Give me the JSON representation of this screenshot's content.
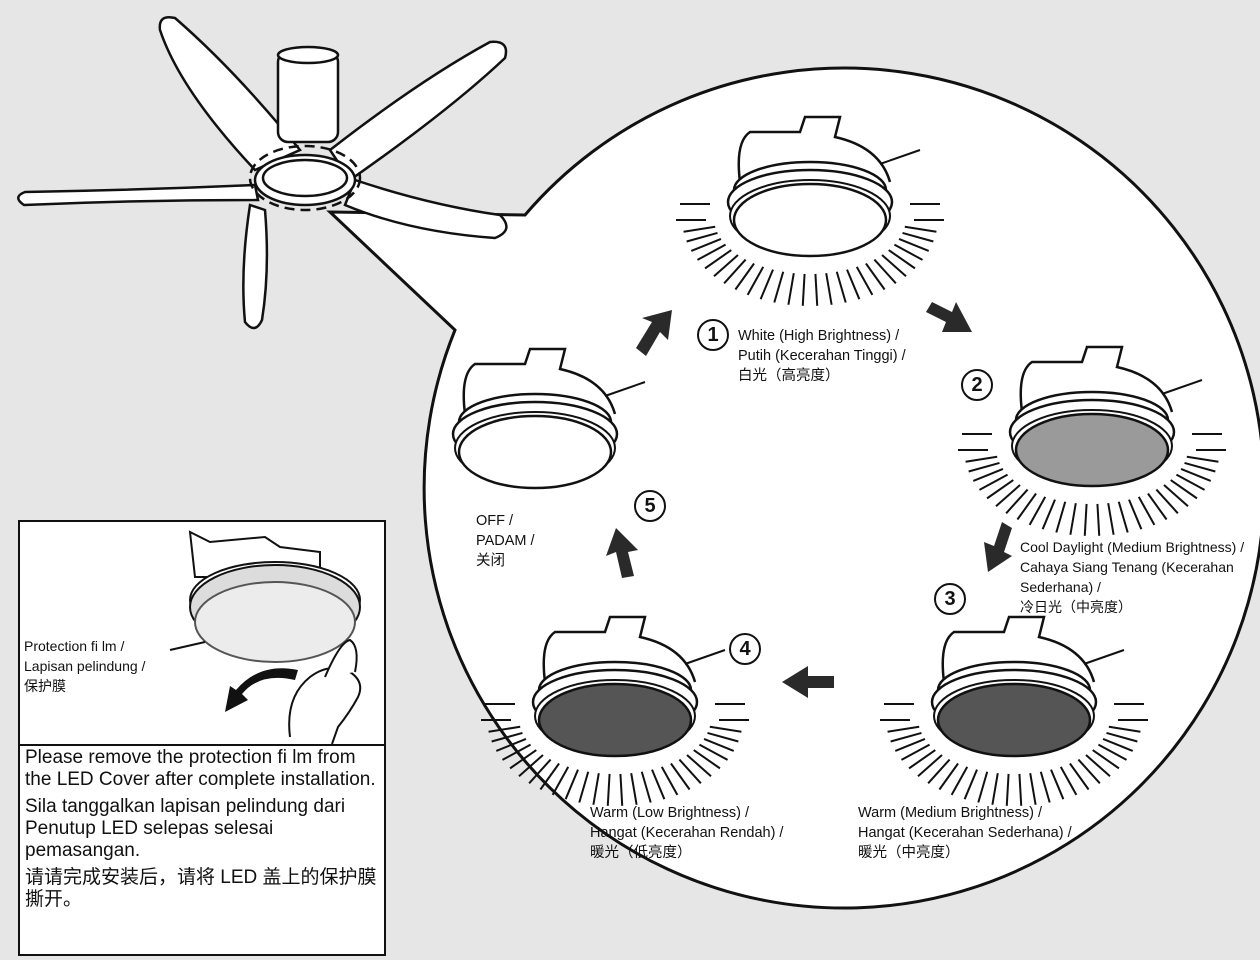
{
  "steps": [
    {
      "number": "1",
      "label": "White (High Brightness) /\nPutih (Kecerahan Tinggi) /\n白光（高亮度）",
      "fill": "#ffffff"
    },
    {
      "number": "2",
      "label": "Cool Daylight (Medium Brightness) /\nCahaya Siang Tenang (Kecerahan\nSederhana) /\n冷日光（中亮度）",
      "fill": "#9a9a9a"
    },
    {
      "number": "3",
      "label": "Warm (Medium Brightness) /\nHangat (Kecerahan Sederhana) /\n暖光（中亮度）",
      "fill": "#555555"
    },
    {
      "number": "4",
      "label": "Warm (Low Brightness) /\nHangat (Kecerahan Rendah) /\n暖光（低亮度）",
      "fill": "#555555"
    },
    {
      "number": "5",
      "label": "OFF /\nPADAM /\n关闭",
      "fill": "#ffffff"
    }
  ],
  "protection_film_label": "Protection fi lm /\nLapisan pelindung /\n保护膜",
  "instructions": {
    "en": "Please remove the protection fi lm from the LED Cover after complete installation.",
    "ms": "Sila tanggalkan lapisan pelindung dari Penutup LED selepas selesai pemasangan.",
    "zh": "请请完成安装后，请将 LED 盖上的保护膜撕开。"
  },
  "colors": {
    "background": "#e6e6e6",
    "panel": "#ffffff",
    "line": "#111111",
    "arrow": "#2a2a2a",
    "cool_daylight_fill": "#9a9a9a",
    "warm_fill": "#555555"
  },
  "icons": [
    "ceiling-fan-icon",
    "led-cover-icon",
    "light-ray-icon",
    "cycle-arrow-icon",
    "hand-icon",
    "peel-arrow-icon"
  ]
}
